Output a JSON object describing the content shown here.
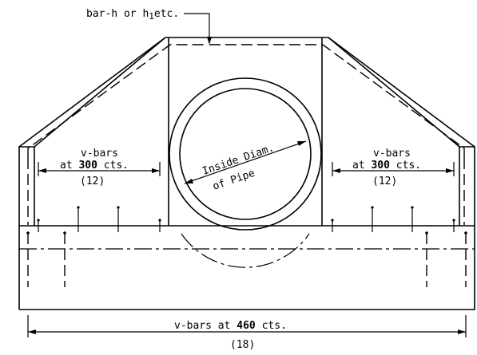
{
  "labels": {
    "top_note": "bar-h or h",
    "top_note_sub": "1",
    "top_note_tail": "etc.",
    "left_vbars": "v-bars",
    "left_at": "at",
    "left_spacing": "300",
    "left_cts": "cts.",
    "left_count": "(12)",
    "right_vbars": "v-bars",
    "right_at": "at",
    "right_spacing": "300",
    "right_cts": "cts.",
    "right_count": "(12)",
    "pipe_line1": "Inside Diam.",
    "pipe_line2": "of Pipe",
    "bottom_prefix": "v-bars at",
    "bottom_spacing": "460",
    "bottom_cts": "cts.",
    "bottom_count": "(18)"
  }
}
